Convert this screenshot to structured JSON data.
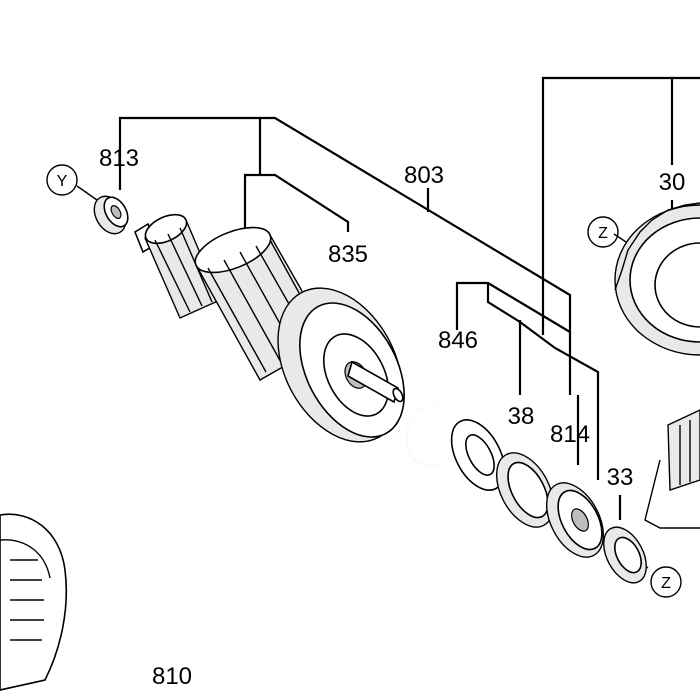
{
  "labels": {
    "p813": "813",
    "p803": "803",
    "p835": "835",
    "p846": "846",
    "p38": "38",
    "p814": "814",
    "p33": "33",
    "p30": "30",
    "p810": "810"
  },
  "callouts": {
    "y": "Y",
    "z_top": "Z",
    "z_bottom": "Z"
  }
}
